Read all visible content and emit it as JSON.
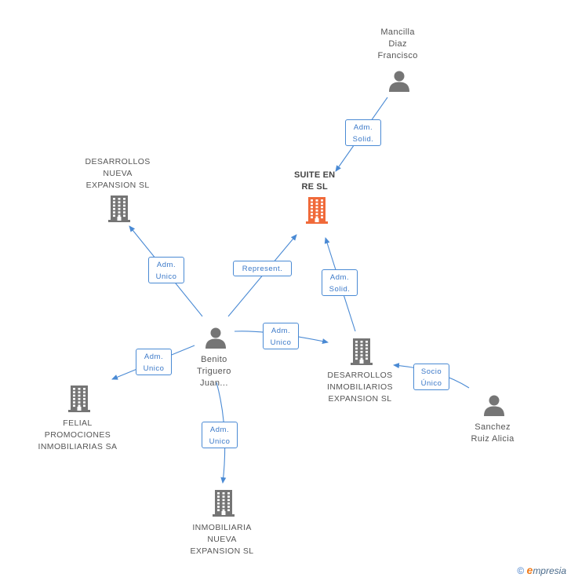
{
  "nodes": [
    {
      "id": "mancilla",
      "type": "person",
      "lines": [
        "Mancilla",
        "Diaz",
        "Francisco"
      ]
    },
    {
      "id": "suite",
      "type": "company",
      "focus": true,
      "lines": [
        "SUITE EN",
        "RE SL"
      ]
    },
    {
      "id": "desarrollos-nueva",
      "type": "company",
      "lines": [
        "DESARROLLOS",
        "NUEVA",
        "EXPANSION SL"
      ]
    },
    {
      "id": "benito",
      "type": "person",
      "lines": [
        "Benito",
        "Triguero",
        "Juan..."
      ]
    },
    {
      "id": "desarrollos-inmob",
      "type": "company",
      "lines": [
        "DESARROLLOS",
        "INMOBILIARIOS",
        "EXPANSION SL"
      ]
    },
    {
      "id": "felial",
      "type": "company",
      "lines": [
        "FELIAL",
        "PROMOCIONES",
        "INMOBILIARIAS SA"
      ]
    },
    {
      "id": "sanchez",
      "type": "person",
      "lines": [
        "Sanchez",
        "Ruiz Alicia"
      ]
    },
    {
      "id": "inmobiliaria-nueva",
      "type": "company",
      "lines": [
        "INMOBILIARIA",
        "NUEVA",
        "EXPANSION SL"
      ]
    }
  ],
  "edges": [
    {
      "id": "mancilla-suite",
      "from": "mancilla",
      "to": "suite",
      "lines": [
        "Adm.",
        "Solid."
      ]
    },
    {
      "id": "benito-desarrollos-nueva",
      "from": "benito",
      "to": "desarrollos-nueva",
      "lines": [
        "Adm.",
        "Unico"
      ]
    },
    {
      "id": "benito-suite",
      "from": "benito",
      "to": "suite",
      "lines": [
        "Represent."
      ]
    },
    {
      "id": "desarrollos-inmob-suite",
      "from": "desarrollos-inmob",
      "to": "suite",
      "lines": [
        "Adm.",
        "Solid."
      ]
    },
    {
      "id": "benito-desarrollos-inmob",
      "from": "benito",
      "to": "desarrollos-inmob",
      "lines": [
        "Adm.",
        "Unico"
      ]
    },
    {
      "id": "benito-felial",
      "from": "benito",
      "to": "felial",
      "lines": [
        "Adm.",
        "Unico"
      ]
    },
    {
      "id": "sanchez-desarrollos-inmob",
      "from": "sanchez",
      "to": "desarrollos-inmob",
      "lines": [
        "Socio",
        "Único"
      ]
    },
    {
      "id": "benito-inmobiliaria-nueva",
      "from": "benito",
      "to": "inmobiliaria-nueva",
      "lines": [
        "Adm.",
        "Unico"
      ]
    }
  ],
  "colors": {
    "edge": "#4a8ad4",
    "icon": "#757575",
    "focus_icon": "#f06a3a",
    "label": "#555555"
  },
  "watermark": {
    "copyright": "©",
    "brand_initial": "e",
    "brand_rest": "mpresia"
  }
}
